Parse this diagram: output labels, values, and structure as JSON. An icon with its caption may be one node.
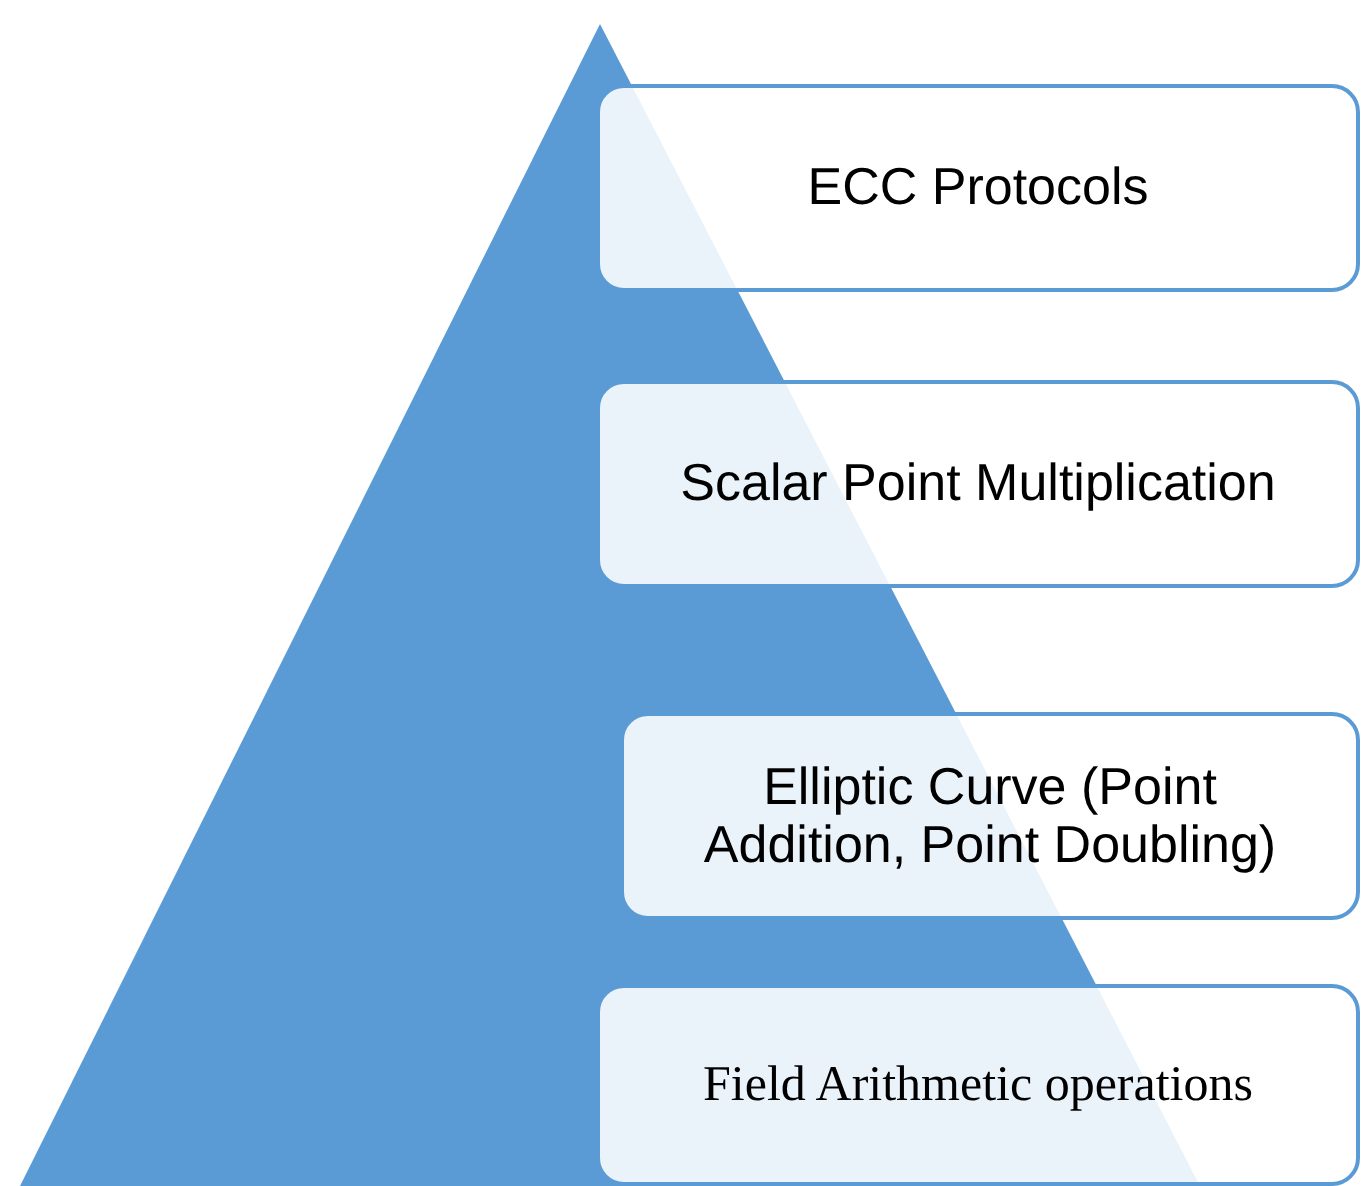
{
  "diagram": {
    "nodes": [
      {
        "text": [
          "ECC Protocols"
        ]
      },
      {
        "text": [
          "Scalar Point Multiplication"
        ]
      },
      {
        "text": [
          "Elliptic Curve (Point Addition, Point Doubling)"
        ]
      },
      {
        "text": [
          "Field Arithmetic operations"
        ]
      }
    ]
  }
}
